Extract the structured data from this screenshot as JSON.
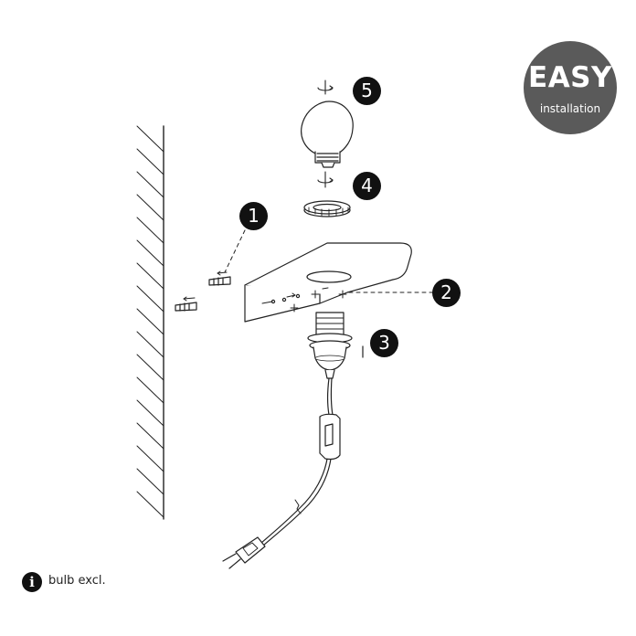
{
  "badge": {
    "title": "EASY",
    "subtitle": "installation"
  },
  "steps": [
    "1",
    "2",
    "3",
    "4",
    "5"
  ],
  "note": {
    "icon": "info-icon",
    "text": "bulb excl."
  },
  "colors": {
    "badge": "#5a5a5a",
    "step": "#111111",
    "line": "#222222"
  }
}
